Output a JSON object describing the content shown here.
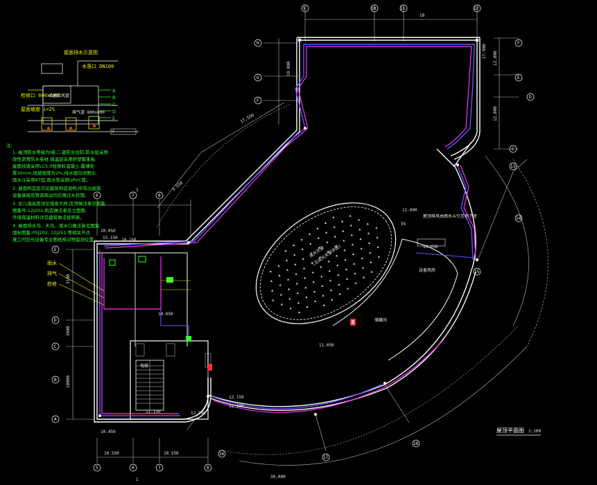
{
  "dims": {
    "top": [
      "18"
    ],
    "left": [
      "3100",
      "3600",
      "18000"
    ],
    "right_wall": [
      "12.000",
      "12.000"
    ],
    "bottom": [
      "10.550",
      "10.550",
      "12.500",
      "30,000"
    ],
    "mid": [
      "17,550",
      "14.050",
      "15.150",
      "19.000",
      "3.550",
      "12.000"
    ]
  },
  "levels": [
    "10.150",
    "11.050",
    "12.150",
    "12.100",
    "10.450",
    "10.050",
    "10.650",
    "11.150",
    "17.900"
  ],
  "labels": {
    "room_lift": "电梯",
    "drawing_title": "屋顶平面图",
    "drawing_scale": "1:100",
    "section_marks": [
      "1",
      "1"
    ],
    "central_ellipse": "采光天窗",
    "central_ellipse_sub": "(见采光天窗详图)",
    "right_note": "屋顶排风由雨水斗引至地下室",
    "right_room_a": "设备用房",
    "right_room_b": "储藏间",
    "right_tag": "5%"
  },
  "notes_green": {
    "heading": "注:",
    "items": [
      "1. 屋顶防水等级为I级,二道防水设防,防水层采用",
      "改性沥青防水卷材,保温层采用挤塑聚苯板,",
      "屋面找坡采用LC5.0轻骨料混凝土,最薄处",
      "厚30mm,找坡坡度为2%,排水坡向详图示,",
      "雨水斗采用87型,雨水管采用UPVC管。",
      "2. 屋面构造层次见建筑构造说明,所有出屋面",
      "设备基础及管道周边均应做泛水处理。",
      "3. 女儿墙高度详见墙身大样,压顶做法参见图集",
      "图集号:12J201,构造做法参见立面图,",
      "外墙保温材料详见建筑做法说明表。",
      "4. 屋面排水沟、天沟、落水口做法参见图集",
      "国标图集:05J202, 12J201 等相关节点",
      "施工时应与设备专业图纸核对预留洞位置"
    ]
  },
  "legend_yellow": {
    "heading": "屋面排水示意图",
    "lines": [
      "水落口 DN100",
      "检修口 600x600",
      "屋面坡度 i=2%",
      "出屋面风管",
      "排气道 800x600"
    ],
    "tags": [
      "A",
      "B",
      "C",
      "D",
      "E",
      "F"
    ]
  },
  "pointer_labels": [
    "雨水",
    "排气",
    "检修"
  ],
  "grid_axes": {
    "top": [
      "9",
      "10",
      "11",
      "12"
    ],
    "right": [
      "F",
      "E",
      "D",
      "C"
    ],
    "left_upper": [
      "H",
      "G",
      "F"
    ],
    "left_lower": [
      "E",
      "D",
      "C",
      "B",
      "A"
    ],
    "stair_top": [
      "6",
      "7",
      "8"
    ],
    "stair_bottom": [
      "5",
      "6",
      "7",
      "8"
    ],
    "arc_right": [
      "13",
      "14",
      "15"
    ],
    "arc_bottom": [
      "16",
      "17",
      "18"
    ]
  },
  "colors": {
    "background": "#000000",
    "wall": "#ffffff",
    "magenta": "#ff33ff",
    "blue": "#5a5aff",
    "green": "#33ff33",
    "yellow": "#f2f200",
    "red": "#ff2b2b",
    "grey": "#8a8a8a",
    "dimension": "#bfbfbf"
  }
}
